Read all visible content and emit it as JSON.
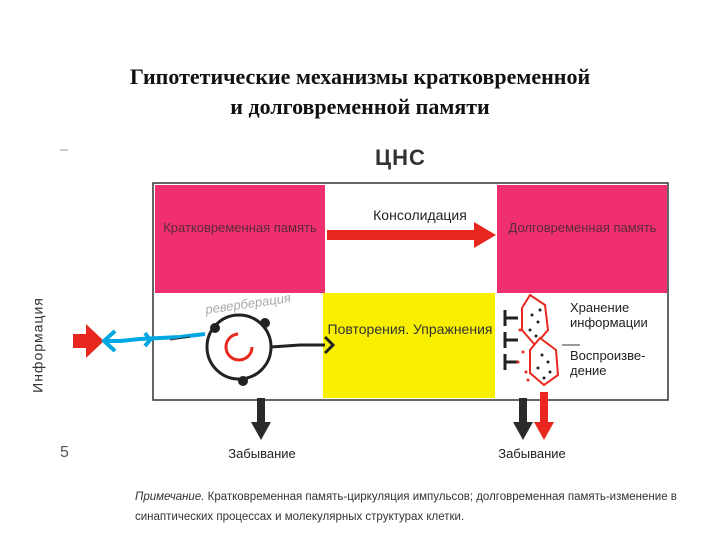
{
  "title": {
    "line1": "Гипотетические механизмы кратковременной",
    "line2": "и долговременной памяти"
  },
  "diagram": {
    "cns_label": "ЦНС",
    "short_term_memory": "Кратковременная память",
    "consolidation": "Консолидация",
    "long_term_memory": "Долговременная память",
    "repetition": "Повторения. Упражнения",
    "reverberation": "реверберация",
    "storage": "Хранение информации",
    "reproduction": "Воспроизве- дение",
    "forgetting_left": "Забывание",
    "forgetting_right": "Забывание",
    "information": "Информация",
    "page_marker": "5",
    "colors": {
      "pink": "#ef2f6f",
      "yellow": "#f9f000",
      "red_arrow": "#e8281e",
      "dark_arrow": "#2a2a2a",
      "cyan_neuron": "#00a7e1"
    }
  },
  "note": {
    "prefix": "Примечание.",
    "text": "Кратковременная память-циркуляция импульсов; долговременная память-изменение в синаптических процессах и молекулярных структурах клетки."
  }
}
